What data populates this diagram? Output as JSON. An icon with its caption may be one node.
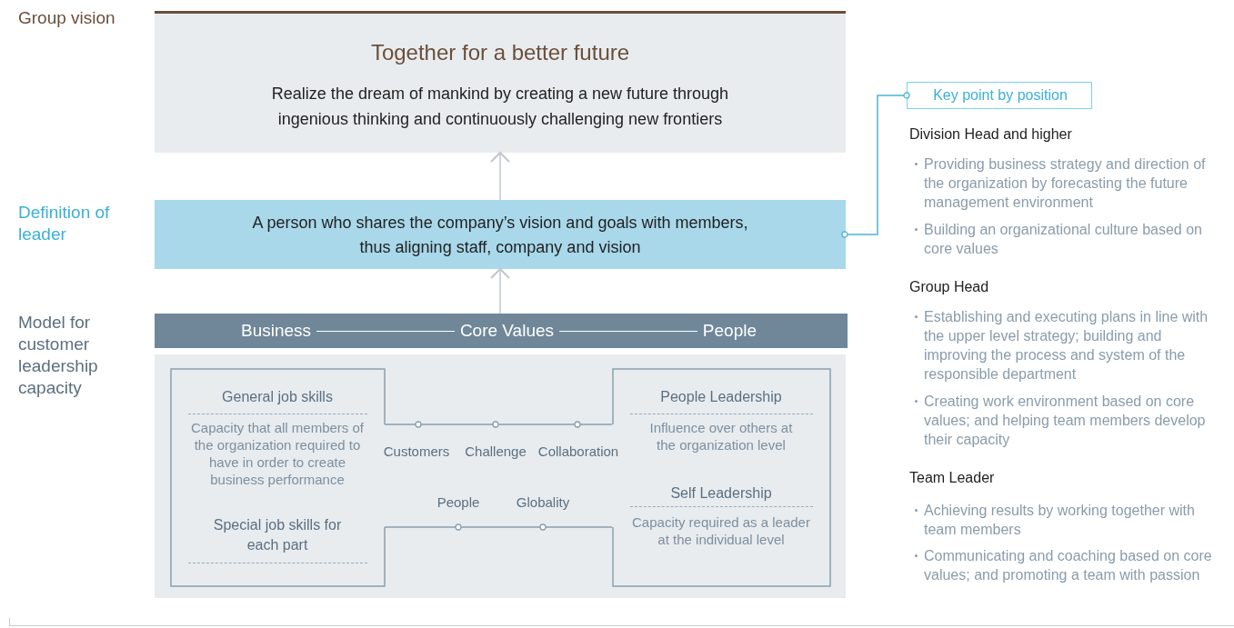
{
  "diagram": {
    "nodes": [
      {
        "text": [
          "Together for a better future",
          "Realize the dream of mankind by creating a new future through ingenious thinking and continuously challenging new frontiers"
        ],
        "beside": [
          "Group vision"
        ]
      },
      {
        "text": [
          "A person who shares the company’s vision and goals with members, thus aligning staff, company and vision"
        ],
        "beside": [
          "Definition of leader"
        ]
      },
      {
        "text": [
          "Business",
          "Core Values",
          "People"
        ],
        "beside": [
          "Model for customer leadership capacity"
        ]
      },
      {
        "text": [],
        "shape": "box"
      },
      {
        "text": [
          "General job skills",
          "Capacity that all members of the organization required to have in order to create business performance",
          "Special job skills for each part"
        ],
        "in": 3
      },
      {
        "text": [
          "People Leadership",
          "Influence over others at the organization level",
          "Self Leadership",
          "Capacity required as a leader at the individual level"
        ],
        "in": 3
      },
      {
        "text": [
          "Key point by position"
        ]
      }
    ],
    "edges": [
      {
        "from": 1,
        "to": 0,
        "arrow": "to",
        "color": "#c0c7ce"
      },
      {
        "from": 2,
        "to": 1,
        "arrow": "to",
        "color": "#c0c7ce"
      },
      {
        "from": 4,
        "to": 5,
        "arrow": "none"
      },
      {
        "from": 4,
        "to": 5,
        "arrow": "none"
      },
      {
        "from": 1,
        "to": 6,
        "arrow": "other",
        "color": "#4ab4d8"
      }
    ],
    "labels": [
      "Division Head and higher",
      "Providing business strategy and direction of the organization by forecasting the future management environment",
      "Building an organizational culture based on core values",
      "Group Head",
      "Establishing and executing plans in line with the upper level strategy; building and improving the process and system of the responsible department",
      "Creating work environment based on core values; and helping team members develop their capacity",
      "Team Leader",
      "Achieving results by working together with team members",
      "Communicating and coaching based on core values; and promoting a team with passion",
      "Customers",
      "Challenge",
      "Collaboration",
      "People",
      "Globality"
    ]
  }
}
